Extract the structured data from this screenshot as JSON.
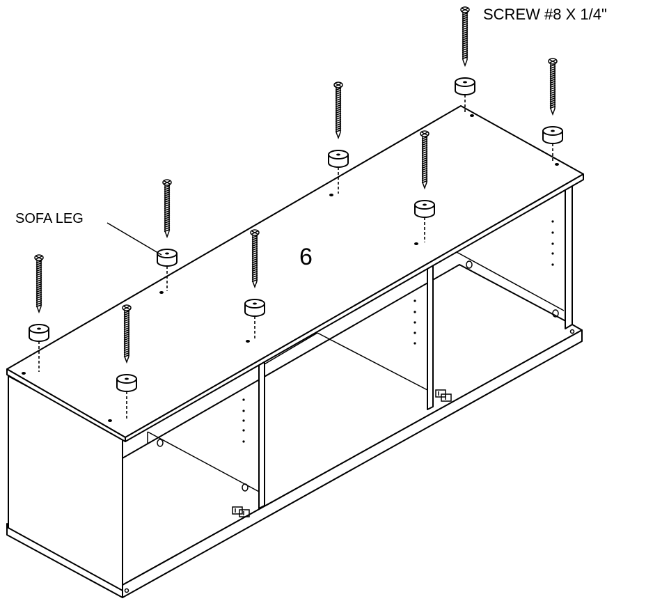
{
  "labels": {
    "screw": "SCREW #8 X 1/4\"",
    "sofa_leg": "SOFA LEG",
    "step_number": "6"
  },
  "parts": {
    "screw_count": 8,
    "sofa_leg_count": 8
  },
  "icons": [
    "screw-icon",
    "sofa-leg-icon",
    "hinge-icon",
    "cabinet-panel"
  ]
}
